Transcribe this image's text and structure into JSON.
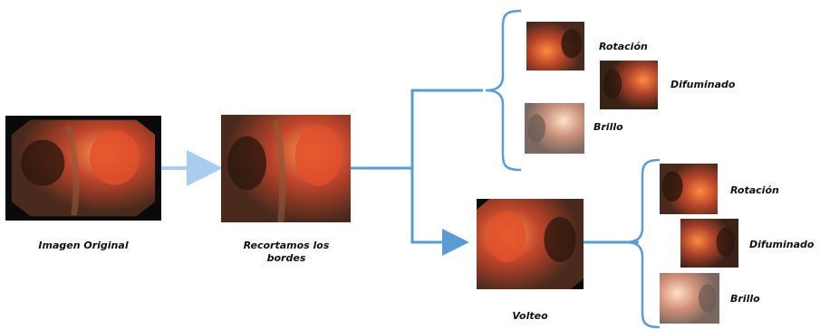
{
  "colors": {
    "connector": "#5b9bd5",
    "connector_light": "#a9cdee",
    "label_text": "#111111",
    "image_frame": "#0a0a0a",
    "tissue_warm": "#c0452b",
    "tissue_highlight": "#ff9a4f",
    "tissue_dark": "#4a2a1c"
  },
  "stages": {
    "original": {
      "label": "Imagen Original"
    },
    "cropped": {
      "label_line1": "Recortamos los",
      "label_line2": "bordes"
    },
    "flip": {
      "label": "Volteo"
    }
  },
  "branch_upper": {
    "rotation": {
      "label": "Rotación"
    },
    "blur": {
      "label": "Difuminado"
    },
    "brightness": {
      "label": "Brillo"
    }
  },
  "branch_lower": {
    "rotation": {
      "label": "Rotación"
    },
    "blur": {
      "label": "Difuminado"
    },
    "brightness": {
      "label": "Brillo"
    }
  },
  "icons": {
    "arrow": "arrow-right-icon",
    "brace": "curly-brace-icon"
  }
}
